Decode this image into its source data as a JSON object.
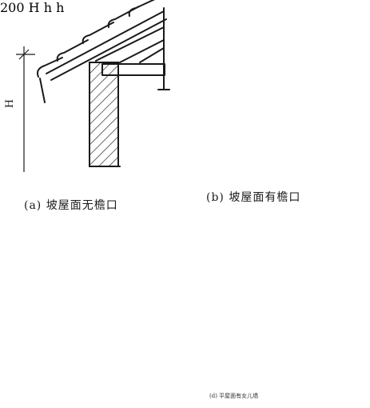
{
  "figures": {
    "a": {
      "caption": "(a)  坡屋面无檐口",
      "dim_label": "H"
    },
    "b": {
      "caption": "(b)  坡屋面有檐口",
      "dim_label": "H",
      "dim_value": "200"
    },
    "c": {
      "dim_label": "h"
    },
    "d": {
      "caption": "(d)  平屋面有女儿墙",
      "dim_label": "h"
    }
  }
}
